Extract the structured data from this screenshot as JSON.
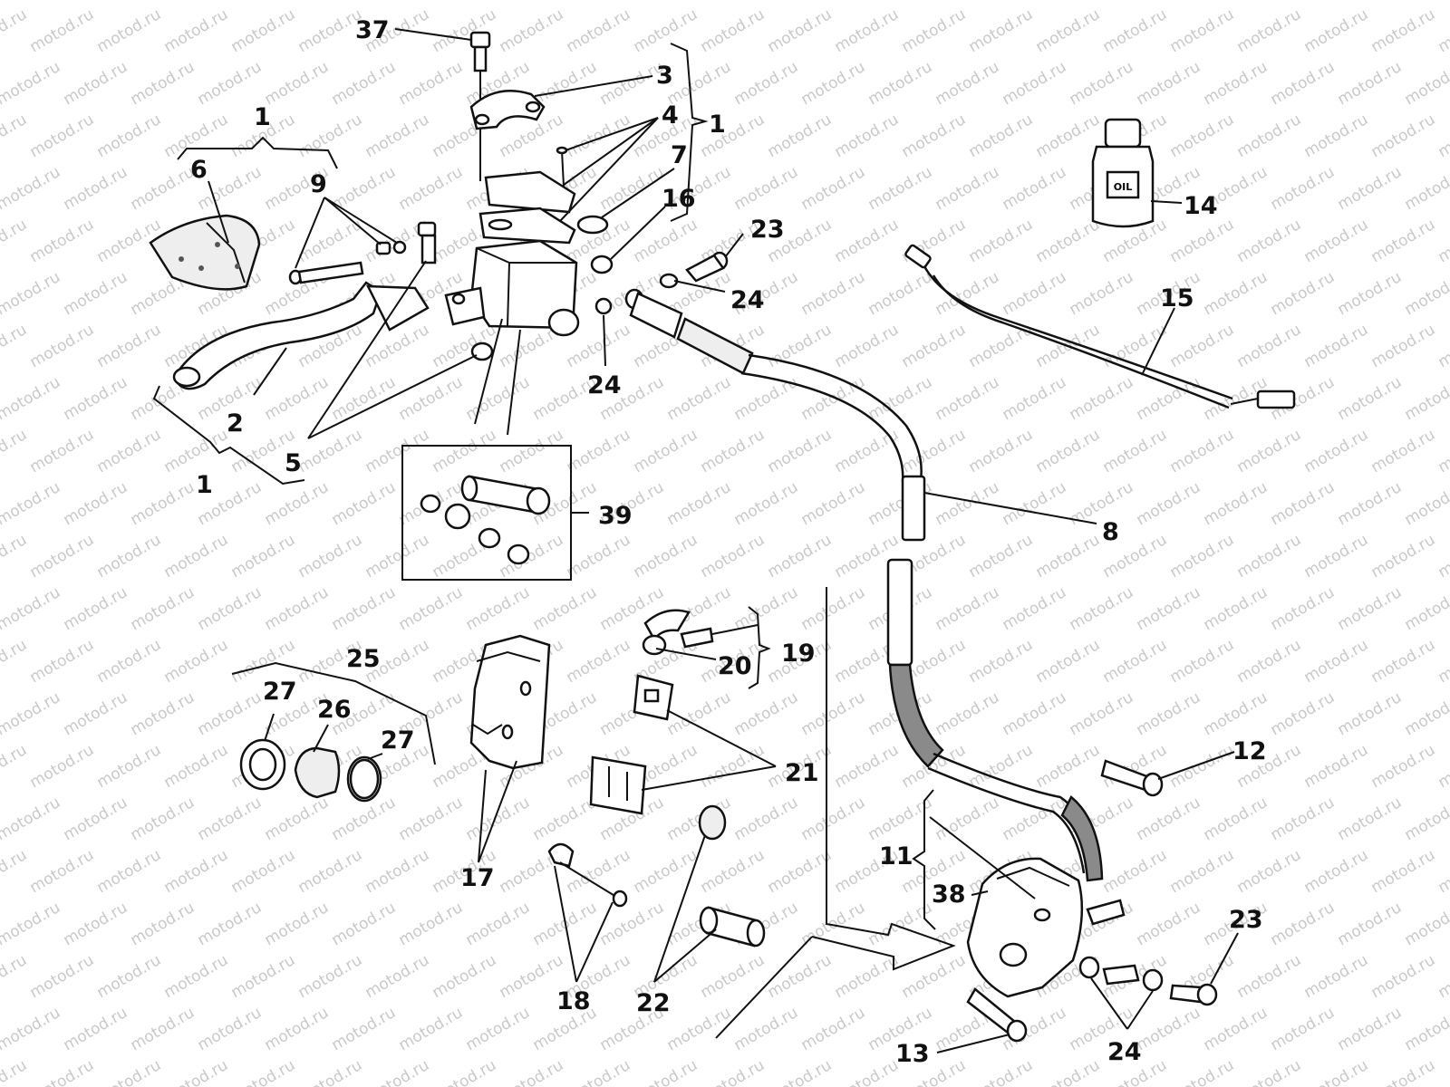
{
  "watermark": {
    "text": "motod.ru"
  },
  "callouts": [
    {
      "id": "c37",
      "text": "37"
    },
    {
      "id": "c3",
      "text": "3"
    },
    {
      "id": "c4",
      "text": "4"
    },
    {
      "id": "c1a",
      "text": "1"
    },
    {
      "id": "c7",
      "text": "7"
    },
    {
      "id": "c16",
      "text": "16"
    },
    {
      "id": "c23a",
      "text": "23"
    },
    {
      "id": "c24a",
      "text": "24"
    },
    {
      "id": "c24b",
      "text": "24"
    },
    {
      "id": "c1b",
      "text": "1"
    },
    {
      "id": "c6",
      "text": "6"
    },
    {
      "id": "c9",
      "text": "9"
    },
    {
      "id": "c2",
      "text": "2"
    },
    {
      "id": "c5",
      "text": "5"
    },
    {
      "id": "c1c",
      "text": "1"
    },
    {
      "id": "c39",
      "text": "39"
    },
    {
      "id": "c14",
      "text": "14"
    },
    {
      "id": "c15",
      "text": "15"
    },
    {
      "id": "c8",
      "text": "8"
    },
    {
      "id": "c19",
      "text": "19"
    },
    {
      "id": "c20",
      "text": "20"
    },
    {
      "id": "c25",
      "text": "25"
    },
    {
      "id": "c27a",
      "text": "27"
    },
    {
      "id": "c26",
      "text": "26"
    },
    {
      "id": "c27b",
      "text": "27"
    },
    {
      "id": "c21",
      "text": "21"
    },
    {
      "id": "c17",
      "text": "17"
    },
    {
      "id": "c12",
      "text": "12"
    },
    {
      "id": "c11",
      "text": "11"
    },
    {
      "id": "c38",
      "text": "38"
    },
    {
      "id": "c23b",
      "text": "23"
    },
    {
      "id": "c18",
      "text": "18"
    },
    {
      "id": "c22",
      "text": "22"
    },
    {
      "id": "c13",
      "text": "13"
    },
    {
      "id": "c24c",
      "text": "24"
    }
  ],
  "bottle": {
    "label": "OIL"
  }
}
